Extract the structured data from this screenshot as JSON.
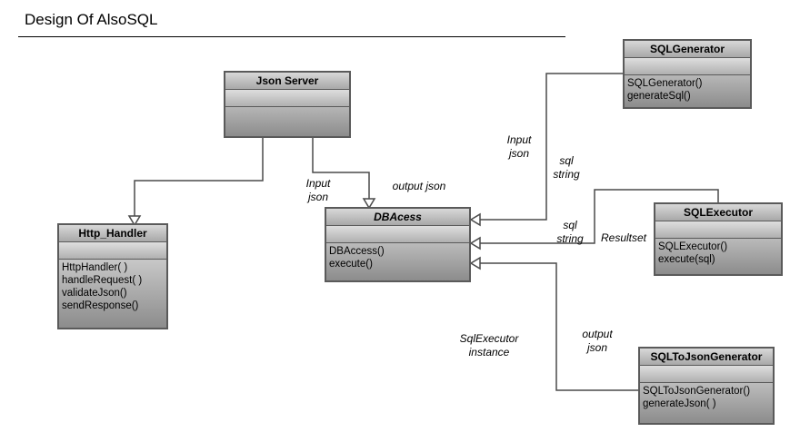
{
  "title": "Design Of AlsoSQL",
  "classes": {
    "json_server": {
      "name": "Json Server",
      "operations": []
    },
    "http_handler": {
      "name": "Http_Handler",
      "operations": [
        "HttpHandler( )",
        "handleRequest( )",
        "validateJson()",
        "sendResponse()"
      ]
    },
    "dbaccess": {
      "name": "DBAcess",
      "operations": [
        "DBAccess()",
        "execute()"
      ]
    },
    "sql_generator": {
      "name": "SQLGenerator",
      "operations": [
        "SQLGenerator()",
        "generateSql()"
      ]
    },
    "sql_executor": {
      "name": "SQLExecutor",
      "operations": [
        "SQLExecutor()",
        "execute(sql)"
      ]
    },
    "sql_to_json": {
      "name": "SQLToJsonGenerator",
      "operations": [
        "SQLToJsonGenerator()",
        "generateJson( )"
      ]
    }
  },
  "labels": {
    "input_json_1": [
      "Input",
      "json"
    ],
    "output_json_1": "output json",
    "input_json_2": [
      "Input",
      "json"
    ],
    "sql_string_1": [
      "sql",
      "string"
    ],
    "sql_string_2": [
      "sql",
      "string"
    ],
    "resultset": "Resultset",
    "sqlexecutor_instance": [
      "SqlExecutor",
      "instance"
    ],
    "output_json_2": [
      "output",
      "json"
    ]
  }
}
